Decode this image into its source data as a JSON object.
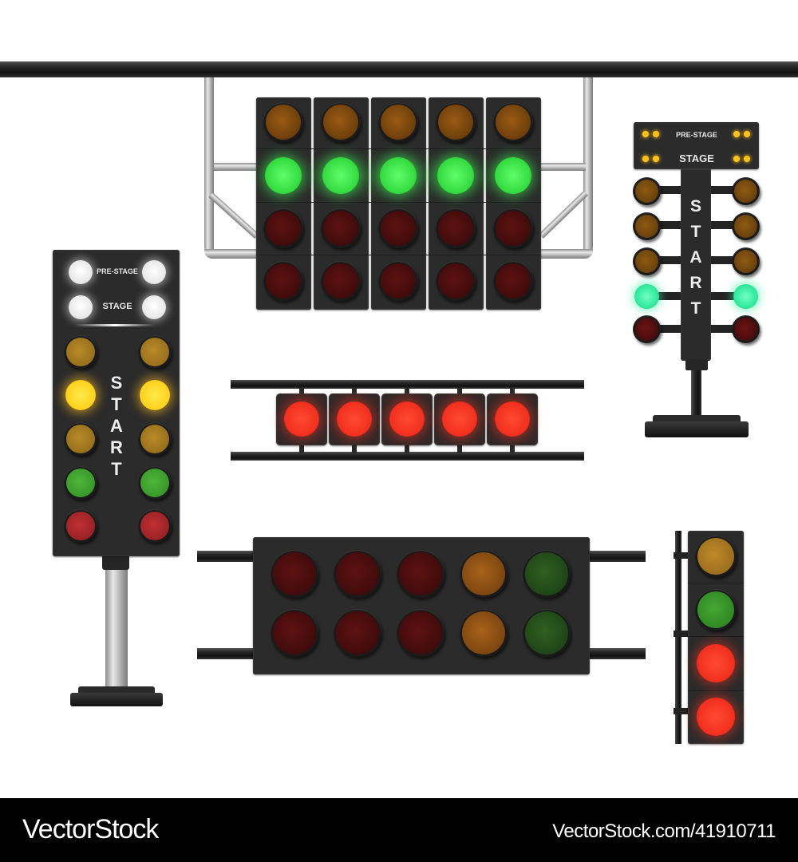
{
  "colors": {
    "amber_off": "#7a4a10",
    "amber_dim": "#a27a22",
    "amber_lit": "#ffd21f",
    "green_lit": "#3df24a",
    "green_mid": "#3f9a2c",
    "green_off": "#1f4a18",
    "teal_lit": "#2ff0a0",
    "red_off": "#4a0c0c",
    "red_mid": "#a8262a",
    "red_lit": "#ff3322",
    "white_lit": "#ffffff",
    "panel": "#2b2b2b"
  },
  "left_tree": {
    "prestage_label": "PRE-STAGE",
    "stage_label": "STAGE",
    "word": "S\nT\nA\nR\nT"
  },
  "right_tree": {
    "prestage_label": "PRE-STAGE",
    "stage_label": "STAGE",
    "word": "S\nT\nA\nR\nT"
  },
  "footer": {
    "brand": "VectorStock",
    "url": "VectorStock.com/41910711"
  }
}
